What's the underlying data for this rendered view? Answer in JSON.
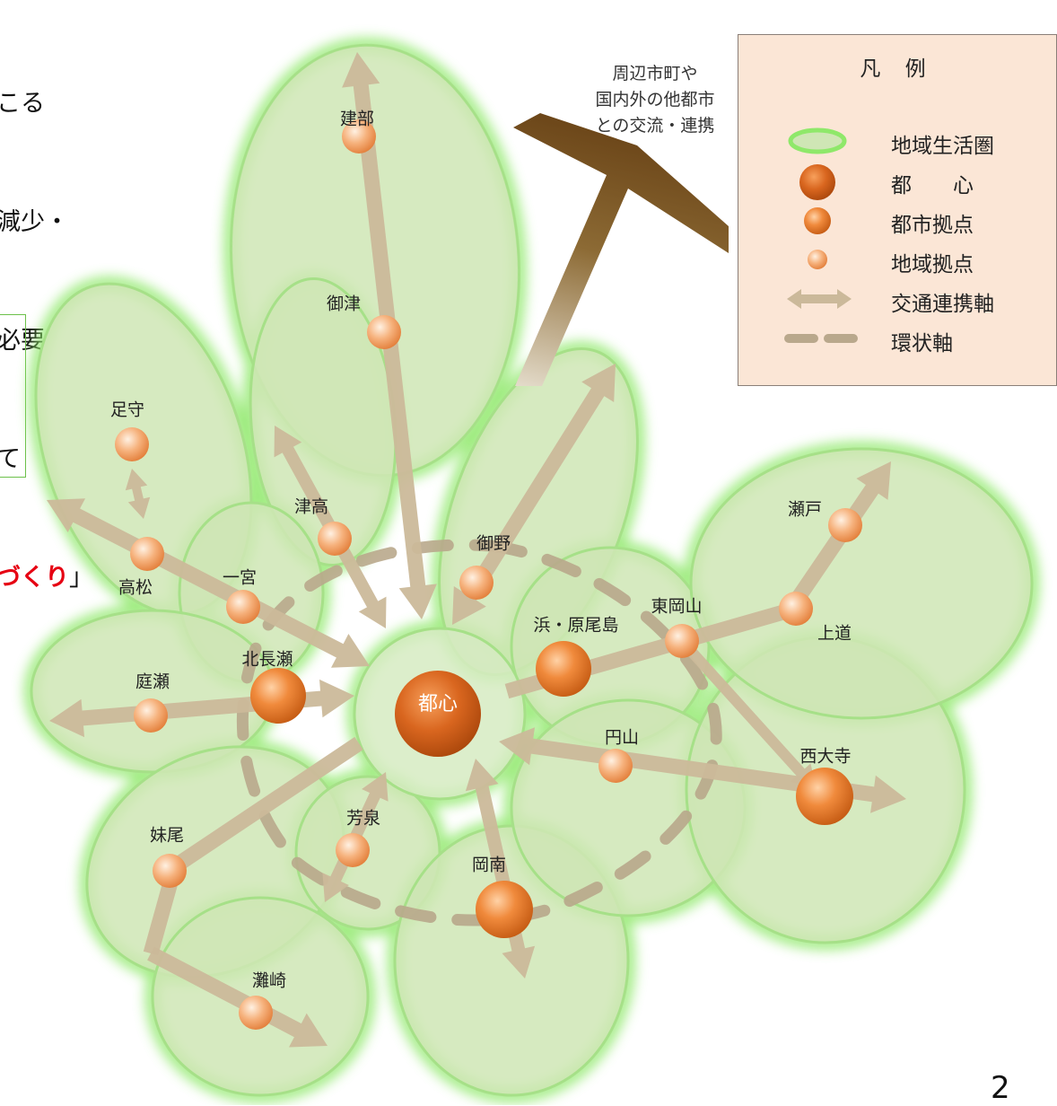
{
  "intro_lines": [
    {
      "text": "こる"
    },
    {
      "text": "減少・"
    },
    {
      "text": "必要"
    },
    {
      "text": "て"
    },
    {
      "red": "づくり",
      "suffix": "」"
    }
  ],
  "center_label": "都心",
  "nodes": [
    {
      "id": "kenbu",
      "label": "建部",
      "kind": "local"
    },
    {
      "id": "mitsu",
      "label": "御津",
      "kind": "local"
    },
    {
      "id": "ashimori",
      "label": "足守",
      "kind": "local"
    },
    {
      "id": "takamatsu",
      "label": "高松",
      "kind": "local"
    },
    {
      "id": "ichinomiya",
      "label": "一宮",
      "kind": "local"
    },
    {
      "id": "tsudaka",
      "label": "津高",
      "kind": "local"
    },
    {
      "id": "mino",
      "label": "御野",
      "kind": "local"
    },
    {
      "id": "kitanagase",
      "label": "北長瀬",
      "kind": "city"
    },
    {
      "id": "niwase",
      "label": "庭瀬",
      "kind": "local"
    },
    {
      "id": "seno",
      "label": "妹尾",
      "kind": "local"
    },
    {
      "id": "nadasaki",
      "label": "灘崎",
      "kind": "local"
    },
    {
      "id": "hoizumi",
      "label": "芳泉",
      "kind": "local"
    },
    {
      "id": "konan",
      "label": "岡南",
      "kind": "city"
    },
    {
      "id": "maruyama",
      "label": "円山",
      "kind": "local"
    },
    {
      "id": "saidaiji",
      "label": "西大寺",
      "kind": "city"
    },
    {
      "id": "hama",
      "label": "浜・原尾島",
      "kind": "city"
    },
    {
      "id": "higashiokayama",
      "label": "東岡山",
      "kind": "local"
    },
    {
      "id": "jodo",
      "label": "上道",
      "kind": "local"
    },
    {
      "id": "seto",
      "label": "瀬戸",
      "kind": "local"
    }
  ],
  "external_label_lines": [
    "周辺市町や",
    "国内外の他都市",
    "との交流・連携"
  ],
  "legend": {
    "title": "凡 例",
    "items": [
      {
        "label": "地域生活圏",
        "symbol": "living-area"
      },
      {
        "label": "都　　心",
        "symbol": "city-center"
      },
      {
        "label": "都市拠点",
        "symbol": "city-hub"
      },
      {
        "label": "地域拠点",
        "symbol": "local-hub"
      },
      {
        "label": "交通連携軸",
        "symbol": "transit-axis"
      },
      {
        "label": "環状軸",
        "symbol": "ring-axis"
      }
    ]
  },
  "page_number": "2",
  "colors": {
    "area_fill": "#cfe6b5",
    "area_glow": "#8fe86a",
    "arrow": "#cbb99a",
    "ring": "#b9a88c",
    "node": "#f0883e",
    "stem": "#6b4518",
    "legend_bg": "#fbe6d6"
  }
}
